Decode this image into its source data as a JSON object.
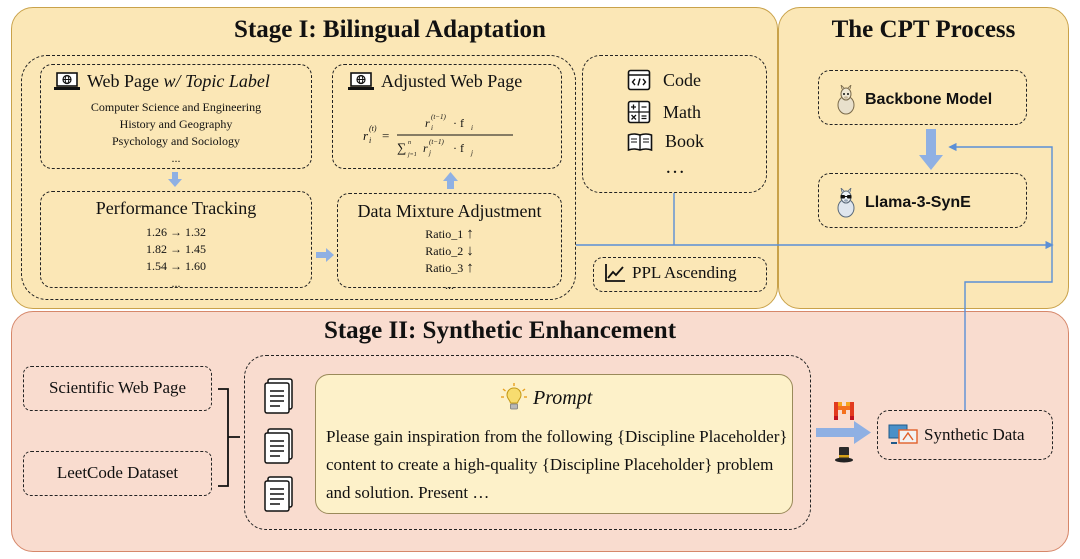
{
  "stage1": {
    "title": "Stage I: Bilingual Adaptation",
    "web_page": {
      "title_main": "Web Page ",
      "title_italic": "w/ Topic Label",
      "topics": [
        "Computer Science and Engineering",
        "History and Geography",
        "Psychology and Sociology",
        "..."
      ]
    },
    "adjusted": {
      "title": "Adjusted Web Page"
    },
    "performance": {
      "title": "Performance Tracking",
      "rows": [
        "1.26 → 1.32",
        "1.82 → 1.45",
        "1.54 → 1.60",
        "..."
      ]
    },
    "mixture": {
      "title": "Data Mixture Adjustment",
      "rows": [
        {
          "label": "Ratio_1",
          "dir": "↑"
        },
        {
          "label": "Ratio_2",
          "dir": "↓"
        },
        {
          "label": "Ratio_3",
          "dir": "↑"
        }
      ],
      "more": "..."
    },
    "sources": {
      "items": [
        "Code",
        "Math",
        "Book"
      ],
      "more": "…"
    },
    "ppl": "PPL Ascending"
  },
  "cpt": {
    "title": "The CPT Process",
    "backbone": "Backbone Model",
    "result": "Llama-3-SynE"
  },
  "stage2": {
    "title": "Stage II: Synthetic Enhancement",
    "inputs": [
      "Scientific Web Page",
      "LeetCode Dataset"
    ],
    "prompt": {
      "title": "Prompt",
      "text": "Please gain inspiration from the following {Discipline Placeholder} content to create a high-quality {Discipline Placeholder} problem and solution. Present …"
    },
    "output": "Synthetic Data"
  },
  "colors": {
    "arrow": "#7ea6e0",
    "stage1_bg": "#fbe7b6",
    "stage2_bg": "#f9dccf"
  }
}
